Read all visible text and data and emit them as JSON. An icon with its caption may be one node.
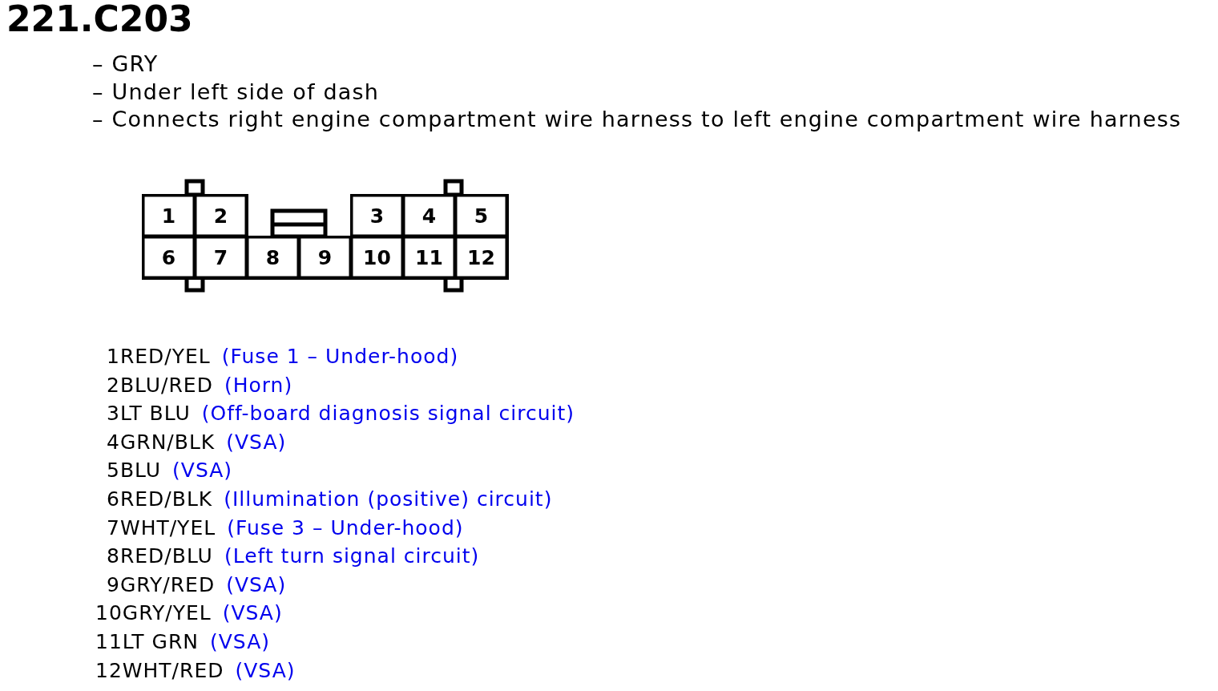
{
  "diagram": {
    "title": "221.C203",
    "nodes": [
      {
        "text": [
          "1"
        ]
      },
      {
        "text": [
          "2"
        ]
      },
      {
        "text": [
          "3"
        ]
      },
      {
        "text": [
          "4"
        ]
      },
      {
        "text": [
          "5"
        ]
      },
      {
        "text": [
          "6"
        ]
      },
      {
        "text": [
          "7"
        ]
      },
      {
        "text": [
          "8"
        ]
      },
      {
        "text": [
          "9"
        ]
      },
      {
        "text": [
          "10"
        ]
      },
      {
        "text": [
          "11"
        ]
      },
      {
        "text": [
          "12"
        ]
      }
    ],
    "edges": [],
    "labels": [
      "– GRY",
      "– Under left side of dash",
      "– Connects right engine compartment wire harness to left engine compartment wire harness",
      "1RED/YEL",
      "(Fuse 1 – Under-hood)",
      "2BLU/RED",
      "(Horn)",
      "3LT BLU",
      "(Off-board diagnosis signal circuit)",
      "4GRN/BLK",
      "(VSA)",
      "5BLU",
      "(VSA)",
      "6RED/BLK",
      "(Illumination (positive) circuit)",
      "7WHT/YEL",
      "(Fuse 3 – Under-hood)",
      "8RED/BLU",
      "(Left turn signal circuit)",
      "9GRY/RED",
      "(VSA)",
      "10GRY/YEL",
      "(VSA)",
      "11LT GRN",
      "(VSA)",
      "12WHT/RED",
      "(VSA)"
    ]
  }
}
